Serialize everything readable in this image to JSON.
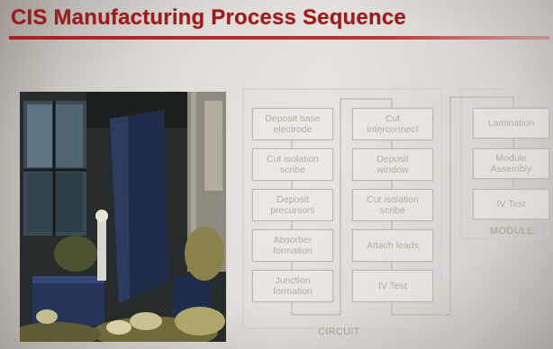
{
  "slide": {
    "title": "CIS Manufacturing Process Sequence"
  },
  "colors": {
    "title": "#9b1b1f",
    "box_border": "#bfb8b1",
    "box_text": "#b4aca4"
  },
  "diagram": {
    "circuit_label": "CIRCUIT",
    "module_label": "MODULE",
    "col1": [
      "Deposit base\nelectrode",
      "Cut isolation\nscribe",
      "Deposit\nprecursors",
      "Absorber\nformation",
      "Junction\nformation"
    ],
    "col2": [
      "Cut\ninterconnect",
      "Deposit\nwindow",
      "Cut isolation\nscribe",
      "Attach leads",
      "IV Test"
    ],
    "col3": [
      "Lamination",
      "Module\nAssembly",
      "IV Test"
    ]
  }
}
